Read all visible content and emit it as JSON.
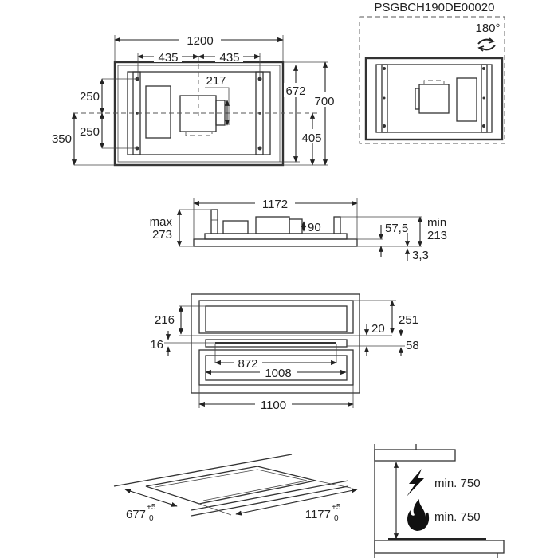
{
  "title": "Built-in dimensions",
  "accessory": {
    "code": "PSGBCH190DE00020",
    "rotation": "180°"
  },
  "top_view": {
    "width": "1200",
    "half_left": "435",
    "half_right": "435",
    "motor_offset": "217",
    "upper_250": "250",
    "lower_250": "250",
    "left_350": "350",
    "inner_672": "672",
    "right_405": "405",
    "depth_700": "700"
  },
  "side_view": {
    "width": "1172",
    "max_label": "max",
    "max_value": "273",
    "outlet": "90",
    "flange": "57,5",
    "min_label": "min",
    "min_value": "213",
    "lip": "3,3"
  },
  "front_view": {
    "d216": "216",
    "d16": "16",
    "d251": "251",
    "d20": "20",
    "d58": "58",
    "d872": "872",
    "d1008": "1008",
    "d1100": "1100"
  },
  "cutout": {
    "depth": "677",
    "width": "1177",
    "tol_plus": "+5",
    "tol_minus": "0"
  },
  "clearance": {
    "electric": "min. 750",
    "gas": "min. 750"
  }
}
